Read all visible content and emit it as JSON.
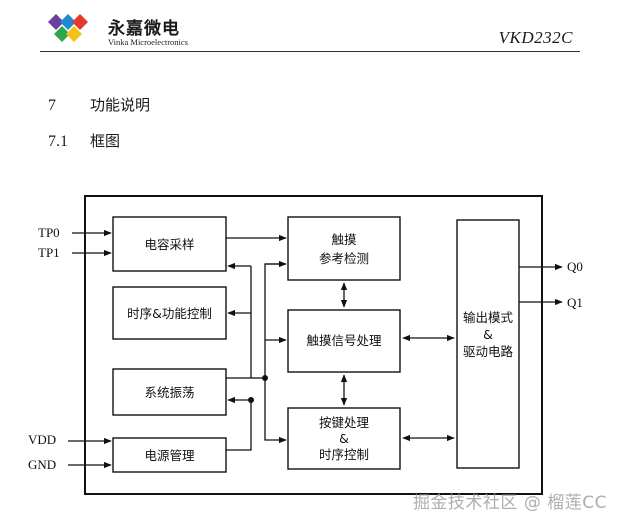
{
  "header": {
    "brand_cn": "永嘉微电",
    "brand_en": "Vinka Microelectronics",
    "model": "VKD232C"
  },
  "sections": [
    {
      "num": "7",
      "title": "功能说明"
    },
    {
      "num": "7.1",
      "title": "框图"
    }
  ],
  "diagram": {
    "inputs": [
      "TP0",
      "TP1",
      "VDD",
      "GND"
    ],
    "outputs": [
      "Q0",
      "Q1"
    ],
    "blocks": {
      "cap_sample": "电容采样",
      "timing_func": "时序&功能控制",
      "oscillator": "系统振荡",
      "power": "电源管理",
      "touch_detect": [
        "触摸",
        "参考检测"
      ],
      "touch_signal": "触摸信号处理",
      "key_proc": [
        "按键处理",
        "&",
        "时序控制"
      ],
      "output_drive": [
        "输出模式",
        "&",
        "驱动电路"
      ]
    }
  },
  "watermark": "掘金技术社区 @ 榴莲CC"
}
